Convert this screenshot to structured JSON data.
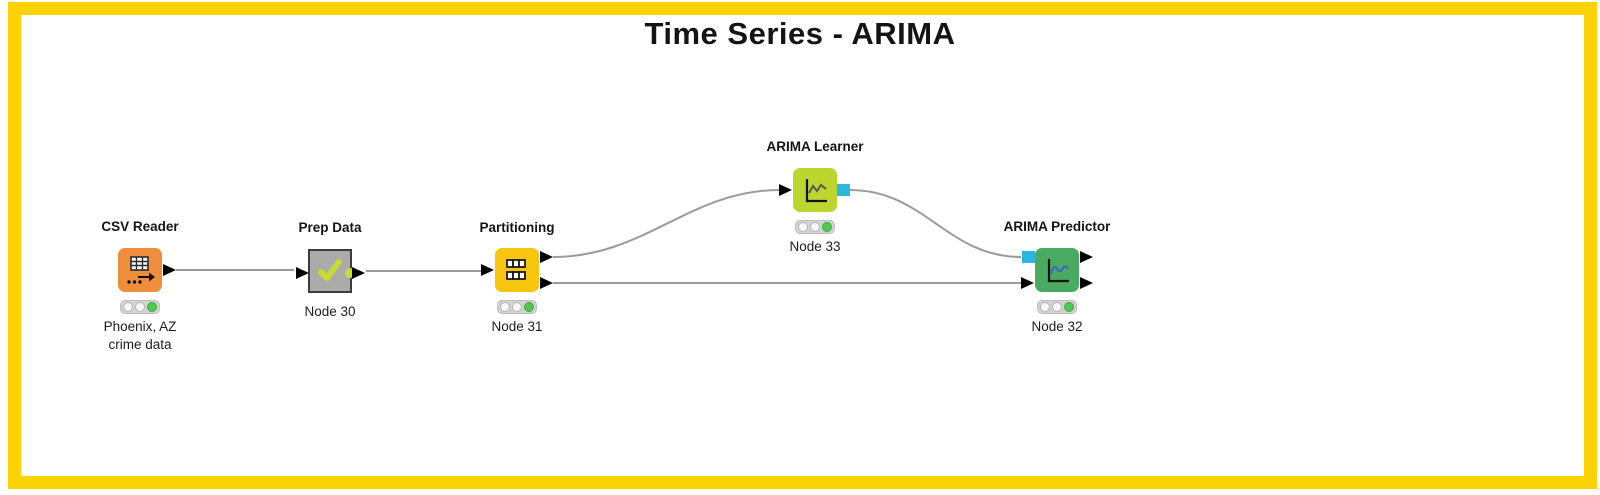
{
  "title": "Time Series - ARIMA",
  "workflow": {
    "nodes": {
      "csv_reader": {
        "name": "CSV Reader",
        "caption_line1": "Phoenix, AZ",
        "caption_line2": "crime data",
        "status": "executed",
        "icon": "table-export-icon",
        "color": "#EE8E3C"
      },
      "prep_data": {
        "name": "Prep Data",
        "node_id": "Node 30",
        "icon": "checkmark-icon",
        "color": "#ABABAB"
      },
      "partitioning": {
        "name": "Partitioning",
        "node_id": "Node 31",
        "status": "executed",
        "icon": "partition-table-icon",
        "color": "#F7C410"
      },
      "arima_learner": {
        "name": "ARIMA Learner",
        "node_id": "Node 33",
        "status": "executed",
        "icon": "line-chart-icon",
        "color": "#BCD62F"
      },
      "arima_predictor": {
        "name": "ARIMA Predictor",
        "node_id": "Node 32",
        "status": "executed",
        "icon": "line-chart-icon",
        "color": "#4AAA62"
      }
    },
    "connections": [
      {
        "from": "csv_reader",
        "to": "prep_data"
      },
      {
        "from": "prep_data",
        "to": "partitioning"
      },
      {
        "from": "partitioning:out1",
        "to": "arima_learner"
      },
      {
        "from": "partitioning:out2",
        "to": "arima_predictor:in2"
      },
      {
        "from": "arima_learner:model",
        "to": "arima_predictor:model"
      }
    ],
    "colors": {
      "frame_yellow": "#FBD304",
      "wire_gray": "#9B9B9B",
      "status_green": "#50C850",
      "model_port_cyan": "#2BB7E0"
    }
  }
}
